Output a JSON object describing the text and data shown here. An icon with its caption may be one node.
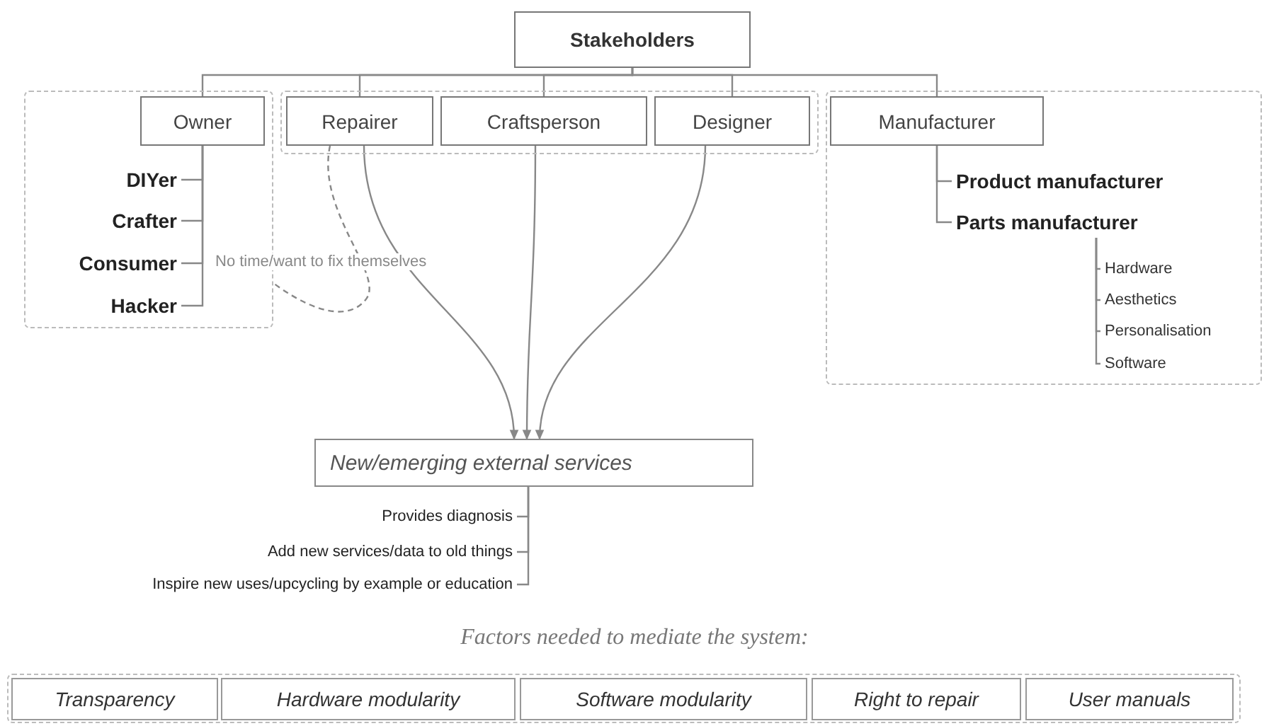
{
  "diagram": {
    "nodes": [
      {
        "text": [
          "Stakeholders"
        ]
      },
      {
        "text": [],
        "shape": "box"
      },
      {
        "text": [
          "Owner"
        ],
        "in": 1
      },
      {
        "text": [
          "DIYer"
        ],
        "in": 1
      },
      {
        "text": [
          "Crafter"
        ],
        "in": 1
      },
      {
        "text": [
          "Consumer"
        ],
        "in": 1
      },
      {
        "text": [
          "Hacker"
        ],
        "in": 1
      },
      {
        "text": [],
        "shape": "box"
      },
      {
        "text": [
          "Repairer"
        ],
        "in": 7
      },
      {
        "text": [
          "Craftsperson"
        ],
        "in": 7
      },
      {
        "text": [
          "Designer"
        ],
        "in": 7
      },
      {
        "text": [],
        "shape": "box"
      },
      {
        "text": [
          "Manufacturer"
        ],
        "in": 11
      },
      {
        "text": [
          "Product manufacturer"
        ],
        "in": 11
      },
      {
        "text": [
          "Parts manufacturer"
        ],
        "in": 11
      },
      {
        "text": [
          "Hardware"
        ],
        "in": 11
      },
      {
        "text": [
          "Aesthetics"
        ],
        "in": 11
      },
      {
        "text": [
          "Personalisation"
        ],
        "in": 11
      },
      {
        "text": [
          "Software"
        ],
        "in": 11
      },
      {
        "text": [
          "New/emerging external services"
        ]
      },
      {
        "text": [
          "Provides diagnosis"
        ]
      },
      {
        "text": [
          "Add new services/data to old things"
        ]
      },
      {
        "text": [
          "Inspire new uses/upcycling by example or education"
        ]
      },
      {
        "text": [],
        "shape": "box"
      },
      {
        "text": [
          "Transparency"
        ],
        "in": 23
      },
      {
        "text": [
          "Hardware modularity"
        ],
        "in": 23
      },
      {
        "text": [
          "Software modularity"
        ],
        "in": 23
      },
      {
        "text": [
          "Right to repair"
        ],
        "in": 23
      },
      {
        "text": [
          "User manuals"
        ],
        "in": 23
      }
    ],
    "edges": [
      {
        "from": 0,
        "to": 2,
        "arrow": "none"
      },
      {
        "from": 0,
        "to": 8,
        "arrow": "none"
      },
      {
        "from": 0,
        "to": 9,
        "arrow": "none"
      },
      {
        "from": 0,
        "to": 10,
        "arrow": "none"
      },
      {
        "from": 0,
        "to": 12,
        "arrow": "none"
      },
      {
        "from": 2,
        "to": 3,
        "arrow": "none"
      },
      {
        "from": 2,
        "to": 4,
        "arrow": "none"
      },
      {
        "from": 2,
        "to": 5,
        "arrow": "none"
      },
      {
        "from": 2,
        "to": 6,
        "arrow": "none"
      },
      {
        "from": 8,
        "to": 1,
        "arrow": "none",
        "label": "No time/want to fix themselves",
        "style": "dashed"
      },
      {
        "from": 12,
        "to": 13,
        "arrow": "none"
      },
      {
        "from": 12,
        "to": 14,
        "arrow": "none"
      },
      {
        "from": 14,
        "to": 15,
        "arrow": "none"
      },
      {
        "from": 14,
        "to": 16,
        "arrow": "none"
      },
      {
        "from": 14,
        "to": 17,
        "arrow": "none"
      },
      {
        "from": 14,
        "to": 18,
        "arrow": "none"
      },
      {
        "from": 8,
        "to": 19,
        "arrow": "to"
      },
      {
        "from": 9,
        "to": 19,
        "arrow": "to"
      },
      {
        "from": 10,
        "to": 19,
        "arrow": "to"
      },
      {
        "from": 19,
        "to": 20,
        "arrow": "none"
      },
      {
        "from": 19,
        "to": 21,
        "arrow": "none"
      },
      {
        "from": 19,
        "to": 22,
        "arrow": "none"
      }
    ],
    "labels": [
      "Factors needed to mediate the system:"
    ]
  }
}
